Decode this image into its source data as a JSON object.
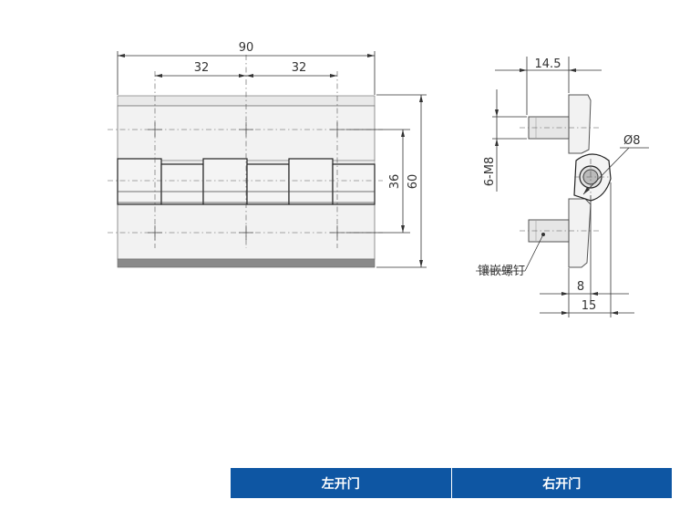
{
  "front_view": {
    "width_overall": "90",
    "spacing_left": "32",
    "spacing_right": "32",
    "height_inner": "36",
    "height_overall": "60"
  },
  "side_view": {
    "offset_top": "14.5",
    "pin_diameter": "Ø8",
    "thread_callout": "6-M8",
    "stud_label": "镶嵌螺钉",
    "width_small": "8",
    "width_overall": "15"
  },
  "options": {
    "left": "左开门",
    "right": "右开门"
  },
  "colors": {
    "header_blue": "#0e56a3"
  }
}
